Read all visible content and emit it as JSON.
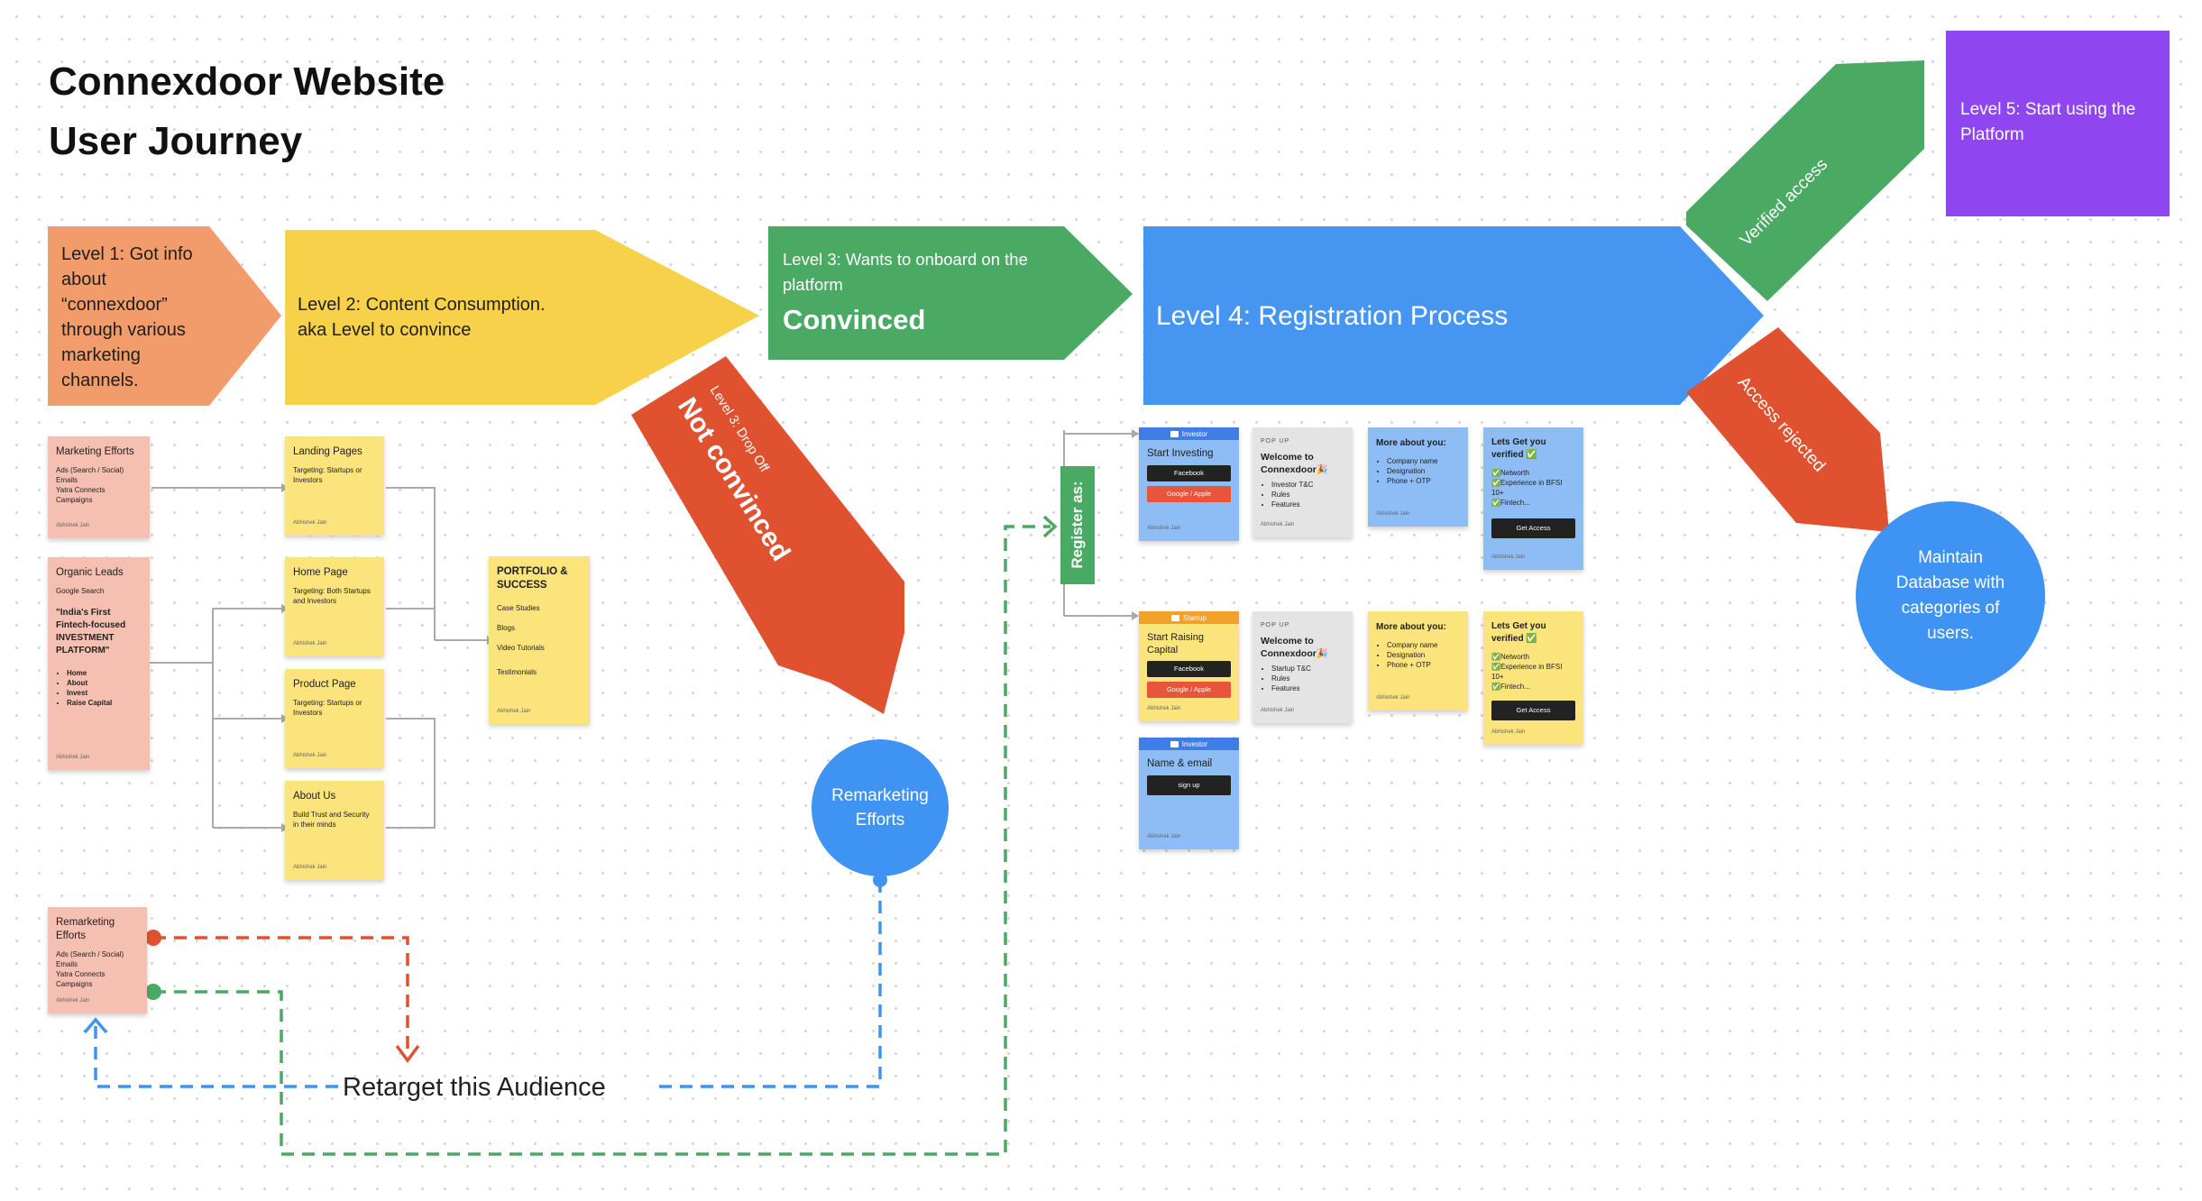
{
  "title": {
    "line1": "Connexdoor Website",
    "line2": "User Journey"
  },
  "colors": {
    "orange": "#f39c6b",
    "yellow": "#f7d14a",
    "green": "#4aa963",
    "blue": "#4695f1",
    "red": "#e0512f",
    "purple": "#8f46f0",
    "pink": "#f5bfb1",
    "sticky_yellow": "#fbe47c",
    "sticky_blue": "#8ebdf6",
    "sticky_grey": "#e4e4e4"
  },
  "levels": {
    "l1": "Level 1: Got info about “connexdoor” through various marketing channels.",
    "l2_line1": "Level 2: Content Consumption.",
    "l2_line2": "aka Level to convince",
    "l3_line1": "Level 3: Wants to onboard on the platform",
    "l3_big": "Convinced",
    "l3_drop_small": "Level 3: Drop Off",
    "l3_drop_big": "Not convinced",
    "l4": "Level 4: Registration Process",
    "l5": "Level 5: Start using the Platform",
    "verified": "Verified access",
    "rejected": "Access rejected"
  },
  "marketing_sticky": {
    "title": "Marketing Efforts",
    "lines": [
      "Ads (Search / Social)",
      "Emails",
      "Yatra Connects",
      "Campaigns"
    ],
    "foot": "Abhishek Jain"
  },
  "organic_sticky": {
    "title": "Organic Leads",
    "sub": "Google Search",
    "quote": "\"India's First Fintech-focused INVESTMENT PLATFORM\"",
    "items": [
      "Home",
      "About",
      "Invest",
      "Raise Capital"
    ],
    "foot": "Abhishek Jain"
  },
  "landing_sticky": {
    "title": "Landing Pages",
    "body": "Targeting: Startups or Investors",
    "foot": "Abhishek Jain"
  },
  "home_sticky": {
    "title": "Home Page",
    "body": "Targeting: Both Startups and Investors",
    "foot": "Abhishek Jain"
  },
  "product_sticky": {
    "title": "Product Page",
    "body": "Targeting: Startups or Investors",
    "foot": "Abhishek Jain"
  },
  "about_sticky": {
    "title": "About Us",
    "body": "Build Trust and Security in their minds",
    "foot": "Abhishek Jain"
  },
  "portfolio_sticky": {
    "title": "PORTFOLIO & SUCCESS",
    "items": [
      "Case Studies",
      "Blogs",
      "Video Tutorials",
      "Testimonials"
    ],
    "foot": "Abhishek Jain"
  },
  "remarketing_sticky": {
    "title": "Remarketing Efforts",
    "lines": [
      "Ads (Search / Social)",
      "Emails",
      "Yatra Connects",
      "Campaigns"
    ],
    "foot": "Abhishek Jain"
  },
  "register_label": "Register as:",
  "investor_row": {
    "card1": {
      "bar": "Investor",
      "title": "Start Investing",
      "btn1": "Facebook",
      "btn2": "Google / Apple",
      "foot": "Abhishek Jain"
    },
    "card2": {
      "kicker": "POP UP",
      "title": "Welcome to Connexdoor🎉",
      "items": [
        "Investor T&C",
        "Rules",
        "Features"
      ],
      "foot": "Abhishek Jain"
    },
    "card3": {
      "title": "More about you:",
      "items": [
        "Company name",
        "Designation",
        "Phone + OTP"
      ],
      "foot": "Abhishek Jain"
    },
    "card4": {
      "title": "Lets Get you verified ✅",
      "items": [
        "✅Networth",
        "✅Experience in BFSI 10+",
        "✅Fintech..."
      ],
      "btn": "Get Access",
      "foot": "Abhishek Jain"
    }
  },
  "startup_row": {
    "card1": {
      "bar": "Startup",
      "title": "Start Raising Capital",
      "btn1": "Facebook",
      "btn2": "Google / Apple",
      "foot": "Abhishek Jain"
    },
    "card2": {
      "kicker": "POP UP",
      "title": "Welcome to Connexdoor🎉",
      "items": [
        "Startup T&C",
        "Rules",
        "Features"
      ],
      "foot": "Abhishek Jain"
    },
    "card3": {
      "title": "More about you:",
      "items": [
        "Company name",
        "Designation",
        "Phone + OTP"
      ],
      "foot": "Abhishek Jain"
    },
    "card4": {
      "title": "Lets Get you verified ✅",
      "items": [
        "✅Networth",
        "✅Experience in BFSI 10+",
        "✅Fintech..."
      ],
      "btn": "Get Access",
      "foot": "Abhishek Jain"
    }
  },
  "investor_signup": {
    "bar": "Investor",
    "title": "Name & email",
    "btn": "sign up",
    "foot": "Abhishek Jain"
  },
  "remarketing_circle": "Remarketing Efforts",
  "database_circle": "Maintain Database with categories of users.",
  "retarget": "Retarget this Audience"
}
